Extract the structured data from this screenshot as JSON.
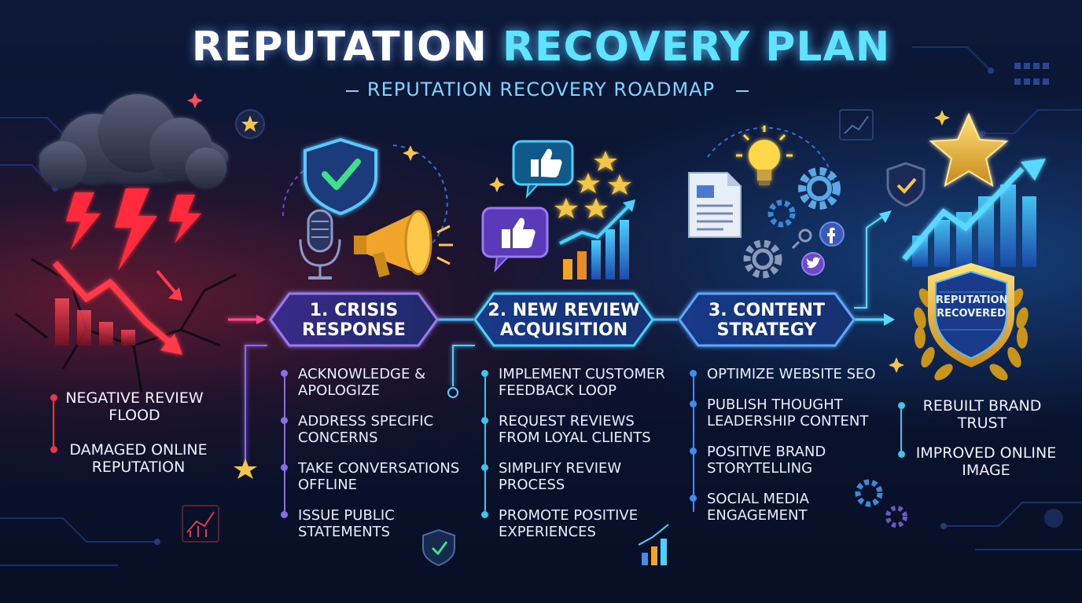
{
  "title": {
    "part1": "REPUTATION",
    "part2": "RECOVERY PLAN"
  },
  "subtitle": "REPUTATION RECOVERY ROADMAP",
  "problem": {
    "items": [
      "NEGATIVE REVIEW FLOOD",
      "DAMAGED ONLINE REPUTATION"
    ]
  },
  "stages": [
    {
      "label": "1. CRISIS RESPONSE",
      "items": [
        "ACKNOWLEDGE & APOLOGIZE",
        "ADDRESS SPECIFIC CONCERNS",
        "TAKE CONVERSATIONS OFFLINE",
        "ISSUE PUBLIC STATEMENTS"
      ]
    },
    {
      "label": "2. NEW REVIEW ACQUISITION",
      "items": [
        "IMPLEMENT CUSTOMER FEEDBACK LOOP",
        "REQUEST REVIEWS FROM LOYAL CLIENTS",
        "SIMPLIFY REVIEW PROCESS",
        "PROMOTE POSITIVE EXPERIENCES"
      ]
    },
    {
      "label": "3. CONTENT STRATEGY",
      "items": [
        "OPTIMIZE WEBSITE SEO",
        "PUBLISH THOUGHT LEADERSHIP CONTENT",
        "POSITIVE BRAND STORYTELLING",
        "SOCIAL MEDIA ENGAGEMENT"
      ]
    }
  ],
  "outcome": {
    "badge": "REPUTATION RECOVERED",
    "items": [
      "REBUILT BRAND TRUST",
      "IMPROVED ONLINE IMAGE"
    ]
  },
  "icons": {
    "storm": "storm-cloud-icon",
    "shield": "shield-check-icon",
    "microphone": "microphone-icon",
    "megaphone": "megaphone-icon",
    "thumbs": "thumbs-up-icon",
    "stars": "star-icon",
    "bulb": "lightbulb-icon",
    "document": "document-icon",
    "gears": "gear-icon",
    "facebook": "facebook-icon",
    "twitter": "twitter-icon",
    "trophy": "laurel-shield-icon"
  },
  "colors": {
    "red": "#e03a4a",
    "purple": "#8b6cf0",
    "cyan": "#3fc6e6",
    "blue": "#3f8cf0",
    "gold": "#f3c54a"
  }
}
